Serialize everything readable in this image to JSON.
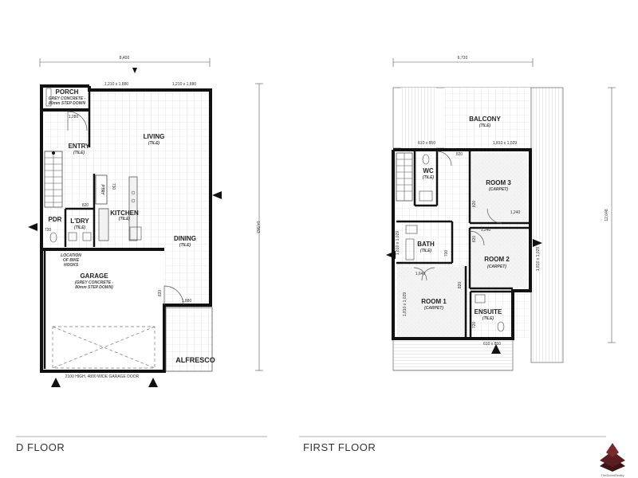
{
  "ground_floor": {
    "label": "D FLOOR",
    "overall_width": "8,400",
    "overall_depth": "14,563",
    "porch": {
      "name": "PORCH",
      "finish_a": "GREY CONCRETE -",
      "finish_b": "80mm STEP DOWN"
    },
    "windows_top": [
      "1,210 x 1,880",
      "1,210 x 1,880"
    ],
    "entry": {
      "name": "ENTRY",
      "finish": "(TILE)",
      "dim": "1,280"
    },
    "living": {
      "name": "LIVING",
      "finish": "(TILE)"
    },
    "kitchen": {
      "name": "KITCHEN",
      "finish": "(TILE)"
    },
    "pantry": {
      "name": "PTRY",
      "dim": "730"
    },
    "laundry": {
      "name": "L'DRY",
      "finish": "(TILE)",
      "dim": "820"
    },
    "powder": {
      "name": "PDR",
      "dim": "720"
    },
    "dining": {
      "name": "DINING",
      "finish": "(TILE)"
    },
    "bike": [
      "LOCATION",
      "OF BIKE",
      "HOOKS"
    ],
    "garage": {
      "name": "GARAGE",
      "finish_a": "(GREY CONCRETE -",
      "finish_b": "80mm STEP DOWN)"
    },
    "garage_door": "2100 HIGH, 4800 WIDE GARAGE DOOR",
    "alfresco": "ALFRESCO",
    "dims": [
      "820",
      "1,880"
    ]
  },
  "first_floor": {
    "label": "FIRST FLOOR",
    "overall_width": "6,720",
    "overall_depth": "12,048",
    "balcony": {
      "name": "BALCONY",
      "finish": "(TILE)"
    },
    "windows": [
      "610 x 850",
      "1,810 x 1,029",
      "1,810 x 1,029",
      "1,810 x 1,029",
      "1,810 x 1,029",
      "610 x 850"
    ],
    "wc": {
      "name": "WC",
      "finish": "(TILE)"
    },
    "room3": {
      "name": "ROOM 3",
      "finish": "(CARPET)",
      "dim": "1,240"
    },
    "bath": {
      "name": "BATH",
      "finish": "(TILE)",
      "dim": "700"
    },
    "room2": {
      "name": "ROOM 2",
      "finish": "(CARPET)",
      "dim": "1,240"
    },
    "room1": {
      "name": "ROOM 1",
      "finish": "(CARPET)",
      "dim": "1,640"
    },
    "ensuite": {
      "name": "ENSUITE",
      "finish": "(TILE)",
      "dim": "720"
    },
    "dims": [
      "820",
      "820",
      "820",
      "820"
    ]
  },
  "watermark": "TheDoorsRealty"
}
